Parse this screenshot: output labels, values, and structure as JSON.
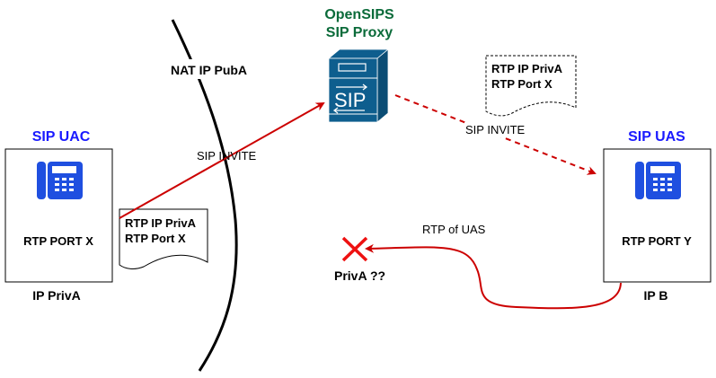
{
  "colors": {
    "endpoint_title": "#1a1aff",
    "proxy_title": "#0b6b3a",
    "arrow": "#cc0000",
    "phone_icon": "#1f4fe0",
    "server_icon": "#0e5e8e"
  },
  "proxy": {
    "title_line1": "OpenSIPS",
    "title_line2": "SIP Proxy",
    "icon_label": "SIP"
  },
  "nat": {
    "label": "NAT IP PubA"
  },
  "uac": {
    "title": "SIP UAC",
    "port_label": "RTP PORT X",
    "ip_label": "IP PrivA"
  },
  "uas": {
    "title": "SIP UAS",
    "port_label": "RTP PORT Y",
    "ip_label": "IP B"
  },
  "uac_note": {
    "line1": "RTP IP PrivA",
    "line2": "RTP Port X"
  },
  "forwarded_note": {
    "line1": "RTP IP PrivA",
    "line2": "RTP Port X"
  },
  "arrows": {
    "invite_uac_to_proxy": "SIP INVITE",
    "invite_proxy_to_uas": "SIP INVITE",
    "rtp_uas": "RTP of UAS"
  },
  "failed_target": {
    "label": "PrivA ??"
  }
}
